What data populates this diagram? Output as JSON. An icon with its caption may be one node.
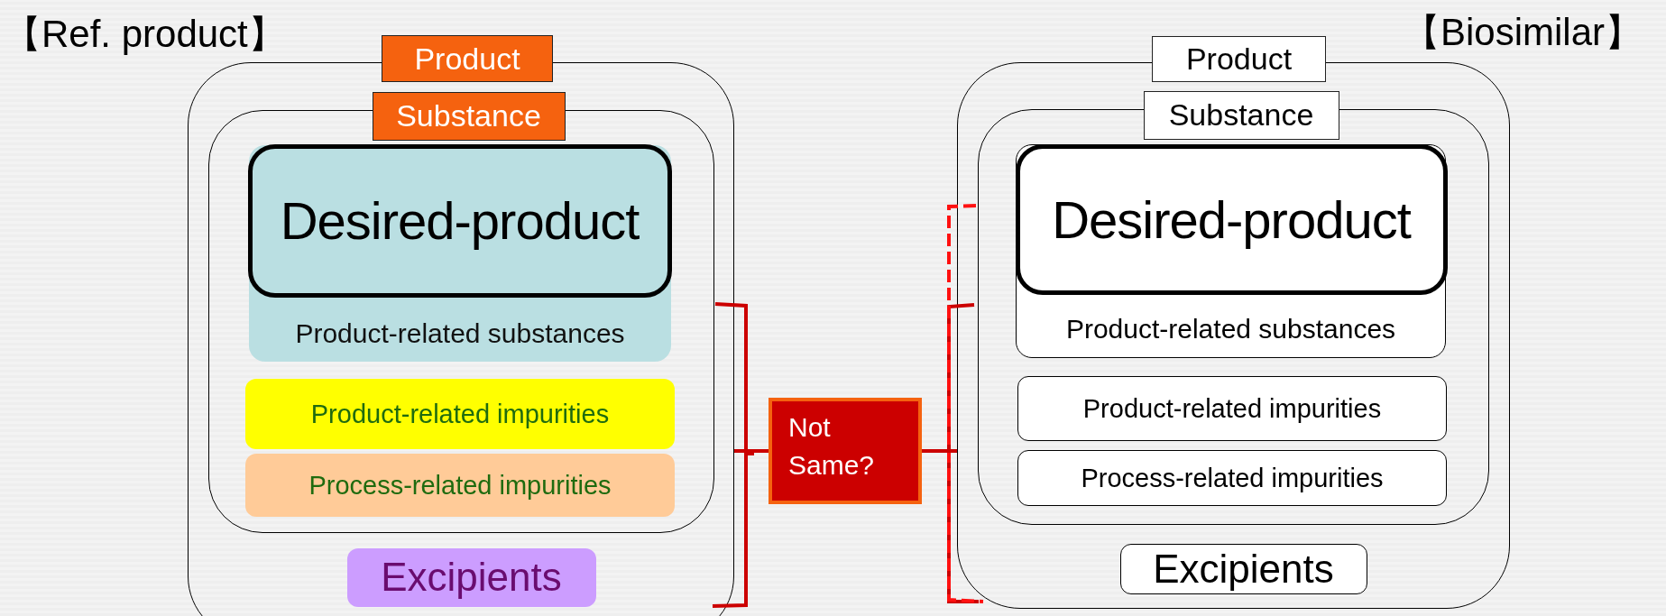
{
  "diagram": {
    "nodes": [
      {
        "text": [
          "Product"
        ]
      },
      {
        "text": [
          "Substance"
        ],
        "in": 0
      },
      {
        "text": [
          "Product-related substances"
        ],
        "in": 1
      },
      {
        "text": [
          "Desired-product"
        ],
        "in": 2
      },
      {
        "text": [
          "Product-related impurities"
        ],
        "in": 1
      },
      {
        "text": [
          "Process-related impurities"
        ],
        "in": 1
      },
      {
        "text": [
          "Excipients"
        ],
        "in": 0
      },
      {
        "text": [
          "Not Same?"
        ]
      },
      {
        "text": [
          "Product"
        ]
      },
      {
        "text": [
          "Substance"
        ],
        "in": 8
      },
      {
        "text": [
          "Product-related substances"
        ],
        "in": 9
      },
      {
        "text": [
          "Desired-product"
        ],
        "in": 10
      },
      {
        "text": [
          "Product-related impurities"
        ],
        "in": 9
      },
      {
        "text": [
          "Process-related impurities"
        ],
        "in": 9
      },
      {
        "text": [
          "Excipients"
        ],
        "in": 8
      }
    ],
    "edges": [
      {
        "from": 7,
        "to": 0,
        "arrow": "none"
      },
      {
        "from": 7,
        "to": 8,
        "arrow": "none"
      }
    ],
    "labels": [
      "【Ref. product】",
      "【Biosimilar】"
    ]
  }
}
